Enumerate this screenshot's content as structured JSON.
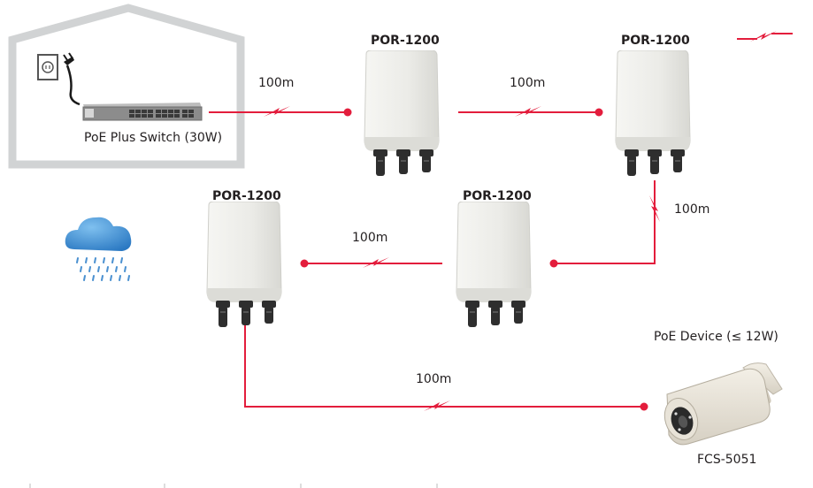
{
  "house": {
    "switch_label": "PoE Plus Switch (30W)"
  },
  "devices": {
    "por1": "POR-1200",
    "por2": "POR-1200",
    "por3": "POR-1200",
    "por4": "POR-1200"
  },
  "links": {
    "switch_to_por1": "100m",
    "por1_to_por2": "100m",
    "por2_to_por3": "100m",
    "por3_to_por4": "100m",
    "por4_to_camera": "100m"
  },
  "camera": {
    "caption": "PoE Device (≤ 12W)",
    "model": "FCS-5051"
  },
  "colors": {
    "link": "#e31d3c",
    "house_outline": "#d1d3d4",
    "enclosure": "#ecece8",
    "connector": "#3a3a3a",
    "cloud": "#3b8fd4",
    "rain": "#4a90d0"
  }
}
